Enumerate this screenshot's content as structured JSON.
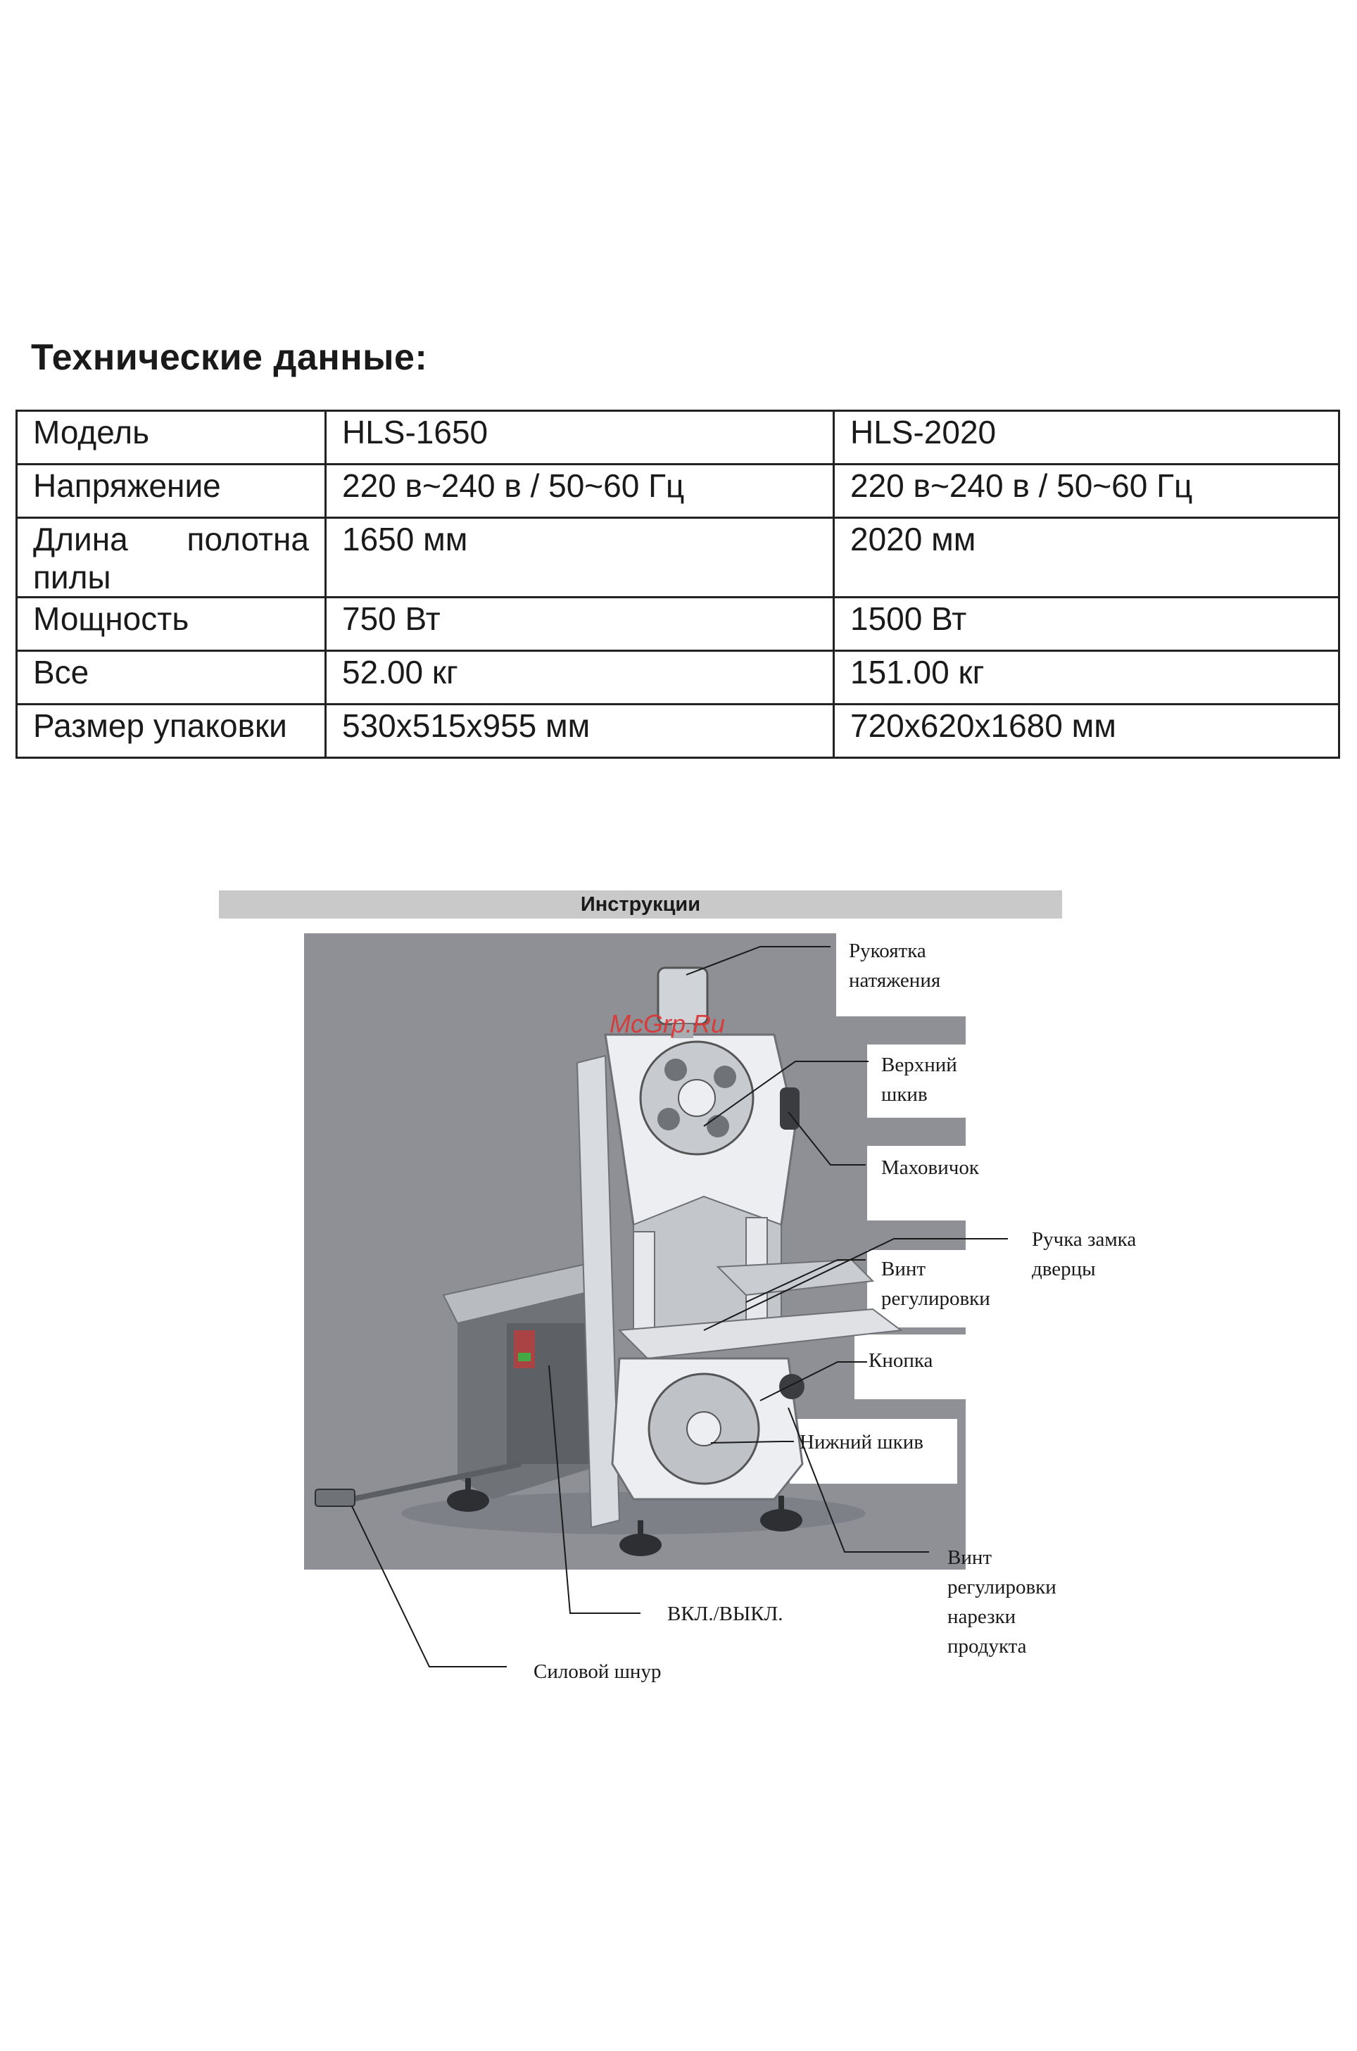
{
  "title": "Технические данные:",
  "spec_table": {
    "rows": [
      {
        "label": "Модель",
        "a": "HLS-1650",
        "b": "HLS-2020"
      },
      {
        "label": "Напряжение",
        "a": "220 в~240 в / 50~60 Гц",
        "b": "220 в~240 в / 50~60 Гц"
      },
      {
        "label_line1_left": "Длина",
        "label_line1_right": "полотна",
        "label_line2": "пилы",
        "a": "1650 мм",
        "b": "2020 мм"
      },
      {
        "label": "Мощность",
        "a": "750 Вт",
        "b": "1500 Вт"
      },
      {
        "label": "Все",
        "a": "52.00 кг",
        "b": "151.00 кг"
      },
      {
        "label": "Размер упаковки",
        "a": "530x515x955 мм",
        "b": "720x620x1680 мм"
      }
    ]
  },
  "instructions": {
    "header": "Инструкции",
    "watermark": "McGrp.Ru",
    "callouts": {
      "tension_handle": [
        "Рукоятка",
        "натяжения"
      ],
      "upper_pulley": [
        "Верхний",
        "шкив"
      ],
      "handwheel": "Маховичок",
      "door_lock": [
        "Ручка замка",
        "дверцы"
      ],
      "adjust_screw": [
        "Винт",
        "регулировки"
      ],
      "button": "Кнопка",
      "lower_pulley": "Нижний шкив",
      "slice_screw": [
        "Винт",
        "регулировки",
        "нарезки",
        "продукта"
      ],
      "onoff": "ВКЛ./ВЫКЛ.",
      "power_cord": "Силовой шнур"
    }
  }
}
